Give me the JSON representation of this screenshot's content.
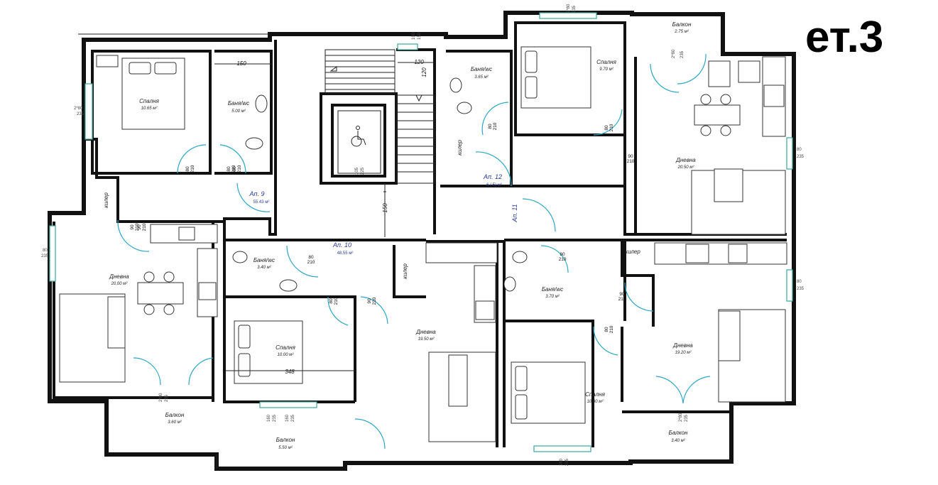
{
  "floor_title": "ет.3",
  "apartments": [
    {
      "label": "Ап. 9",
      "area": "55.43 м²"
    },
    {
      "label": "Ап. 10",
      "area": "48.55 м²"
    },
    {
      "label": "Ап. 12",
      "area": "6 (.5) м²"
    },
    {
      "label": "Ап. 11",
      "area": ""
    }
  ],
  "rooms": [
    {
      "name": "Спалня",
      "area": "10.65 м²"
    },
    {
      "name": "Баня/wc",
      "area": "5.00 м²"
    },
    {
      "name": "Баня/wc",
      "area": "3.65 м²"
    },
    {
      "name": "Спалня",
      "area": "9.70 м²"
    },
    {
      "name": "Балкон",
      "area": "2.75 м²"
    },
    {
      "name": "Дневна",
      "area": "20.50 м²"
    },
    {
      "name": "Дневна",
      "area": "20.00 м²"
    },
    {
      "name": "Баня/wc",
      "area": "3.40 м²"
    },
    {
      "name": "Спалня",
      "area": "10.00 м²"
    },
    {
      "name": "Дневна",
      "area": "19.50 м²"
    },
    {
      "name": "Баня/wc",
      "area": "3.70 м²"
    },
    {
      "name": "Спалня",
      "area": "10.80 м²"
    },
    {
      "name": "Дневна",
      "area": "19.20 м²"
    },
    {
      "name": "Балкон",
      "area": "3.60 м²"
    },
    {
      "name": "Балкон",
      "area": "5.50 м²"
    },
    {
      "name": "Балкон",
      "area": "3.40 м²"
    }
  ],
  "storage": [
    "килер",
    "килер",
    "килер",
    "килер"
  ],
  "dimensions": [
    "150",
    "120",
    "120",
    "150",
    "348"
  ],
  "door_sizes": [
    {
      "w": "80",
      "h": "210"
    },
    {
      "w": "80",
      "h": "210"
    },
    {
      "w": "90",
      "h": "210"
    },
    {
      "w": "80",
      "h": "210"
    },
    {
      "w": "80",
      "h": "210"
    },
    {
      "w": "90",
      "h": "210"
    },
    {
      "w": "80",
      "h": "210"
    },
    {
      "w": "80",
      "h": "210"
    },
    {
      "w": "90",
      "h": "210"
    },
    {
      "w": "80",
      "h": "210"
    },
    {
      "w": "80",
      "h": "210"
    },
    {
      "w": "90",
      "h": "210"
    },
    {
      "w": "80",
      "h": "210"
    },
    {
      "w": "90",
      "h": "210"
    }
  ],
  "window_sizes": [
    "2*80",
    "235",
    "80",
    "235",
    "2*80",
    "235",
    "160",
    "235",
    "2*80",
    "235",
    "80",
    "235",
    "2*80",
    "235",
    "160",
    "235",
    "100",
    "150",
    "2*80",
    "235",
    "105",
    "225",
    "80",
    "235",
    "160",
    "235"
  ],
  "colors": {
    "wall": "#111111",
    "door": "#2aa7c4",
    "window": "#3aa89a",
    "apartment_label": "#2a3a9a"
  }
}
